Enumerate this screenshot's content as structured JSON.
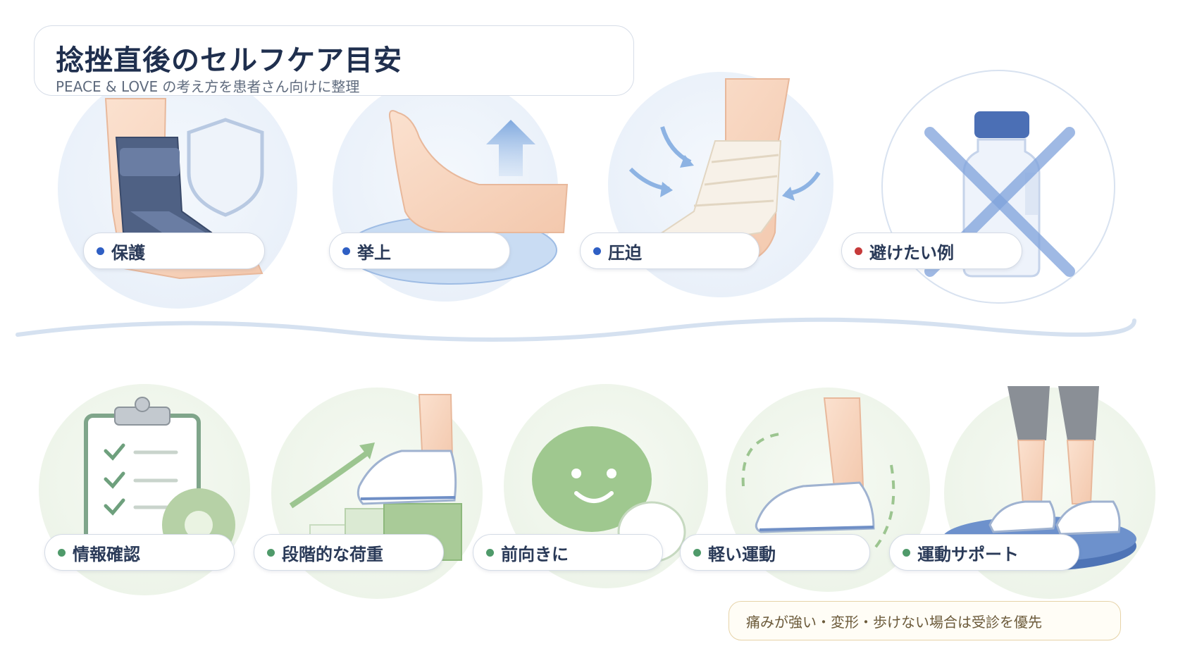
{
  "header": {
    "title": "捻挫直後のセルフケア目安",
    "subtitle": "PEACE & LOVE の考え方を患者さん向けに整理"
  },
  "peace": {
    "items": [
      {
        "label": "保護",
        "icon": "ankle-brace-icon"
      },
      {
        "label": "挙上",
        "icon": "elevated-foot-icon"
      },
      {
        "label": "圧迫",
        "icon": "compression-bandage-icon"
      },
      {
        "label": "避けたい例",
        "icon": "crossed-medicine-bottle-icon"
      }
    ]
  },
  "love": {
    "items": [
      {
        "label": "情報確認",
        "icon": "clipboard-checklist-icon"
      },
      {
        "label": "段階的な荷重",
        "icon": "step-up-shoe-icon"
      },
      {
        "label": "前向きに",
        "icon": "smiling-speech-bubble-icon"
      },
      {
        "label": "軽い運動",
        "icon": "shoe-rotation-icon"
      },
      {
        "label": "運動サポート",
        "icon": "balance-board-icon"
      }
    ]
  },
  "note": {
    "text": "痛みが強い・変形・歩けない場合は受診を優先"
  },
  "colors": {
    "peace_dot": "#2f5fc4",
    "avoid_dot": "#c63a3a",
    "love_dot": "#4f9a6a",
    "title_text": "#1f2f4e",
    "note_border": "#e6d3a8"
  }
}
